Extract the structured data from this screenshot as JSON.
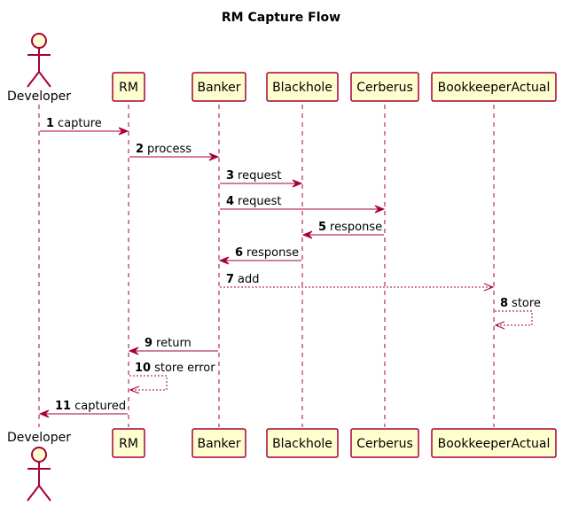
{
  "title": "RM Capture Flow",
  "participants": [
    {
      "id": "developer",
      "label": "Developer",
      "kind": "actor"
    },
    {
      "id": "rm",
      "label": "RM",
      "kind": "participant"
    },
    {
      "id": "banker",
      "label": "Banker",
      "kind": "participant"
    },
    {
      "id": "blackhole",
      "label": "Blackhole",
      "kind": "participant"
    },
    {
      "id": "cerberus",
      "label": "Cerberus",
      "kind": "participant"
    },
    {
      "id": "bookkeeper",
      "label": "BookkeeperActual",
      "kind": "participant"
    }
  ],
  "messages": [
    {
      "num": "1",
      "text": "capture",
      "from": "developer",
      "to": "rm",
      "style": "solid"
    },
    {
      "num": "2",
      "text": "process",
      "from": "rm",
      "to": "banker",
      "style": "solid"
    },
    {
      "num": "3",
      "text": "request",
      "from": "banker",
      "to": "blackhole",
      "style": "solid"
    },
    {
      "num": "4",
      "text": "request",
      "from": "banker",
      "to": "cerberus",
      "style": "solid"
    },
    {
      "num": "5",
      "text": "response",
      "from": "cerberus",
      "to": "blackhole",
      "style": "solid"
    },
    {
      "num": "6",
      "text": "response",
      "from": "blackhole",
      "to": "banker",
      "style": "solid"
    },
    {
      "num": "7",
      "text": "add",
      "from": "banker",
      "to": "bookkeeper",
      "style": "dashed"
    },
    {
      "num": "8",
      "text": "store",
      "from": "bookkeeper",
      "to": "bookkeeper",
      "style": "dashed"
    },
    {
      "num": "9",
      "text": "return",
      "from": "banker",
      "to": "rm",
      "style": "solid"
    },
    {
      "num": "10",
      "text": "store error",
      "from": "rm",
      "to": "rm",
      "style": "dashed"
    },
    {
      "num": "11",
      "text": "captured",
      "from": "rm",
      "to": "developer",
      "style": "solid"
    }
  ],
  "colors": {
    "line": "#A80036",
    "box_fill": "#FEFECE"
  }
}
